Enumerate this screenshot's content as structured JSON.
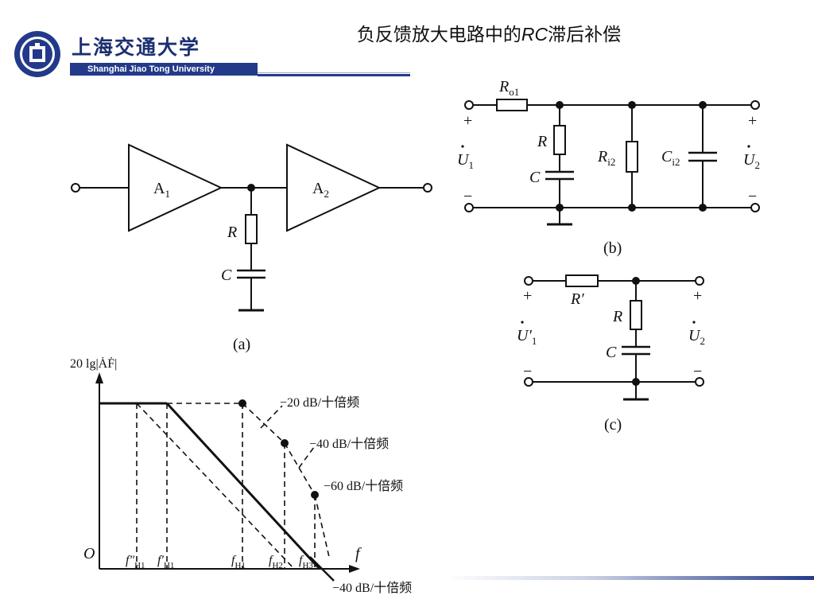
{
  "header": {
    "title_prefix": "负反馈放大电路中的",
    "title_em": "RC",
    "title_suffix": "滞后补偿",
    "logo_cn": "上海交通大学",
    "logo_en": "Shanghai Jiao Tong University"
  },
  "figure_a": {
    "amp1": "A",
    "amp1_sub": "1",
    "amp2": "A",
    "amp2_sub": "2",
    "r": "R",
    "c": "C",
    "caption": "(a)"
  },
  "figure_b": {
    "ro1": "R",
    "ro1_sub": "o1",
    "r": "R",
    "c": "C",
    "ri2": "R",
    "ri2_sub": "i2",
    "ci2": "C",
    "ci2_sub": "i2",
    "u1": "U",
    "u1_sub": "1",
    "u2": "U",
    "u2_sub": "2",
    "plus": "+",
    "minus": "−",
    "caption": "(b)"
  },
  "figure_c": {
    "rp": "R′",
    "r": "R",
    "c": "C",
    "u1p": "U′",
    "u1p_sub": "1",
    "u2": "U",
    "u2_sub": "2",
    "plus": "+",
    "minus": "−",
    "caption": "(c)"
  },
  "bode": {
    "ylabel": "20 lg|ȦḞ|",
    "origin": "O",
    "xlabel": "f",
    "ticks": [
      {
        "main": "f″",
        "sub": "H1"
      },
      {
        "main": "f′",
        "sub": "H1"
      },
      {
        "main": "f",
        "sub": "H1"
      },
      {
        "main": "f",
        "sub": "H2"
      },
      {
        "main": "f",
        "sub": "H3"
      }
    ],
    "annotations": [
      "−20 dB/十倍频",
      "−40 dB/十倍频",
      "−60 dB/十倍频",
      "−40 dB/十倍频"
    ]
  }
}
